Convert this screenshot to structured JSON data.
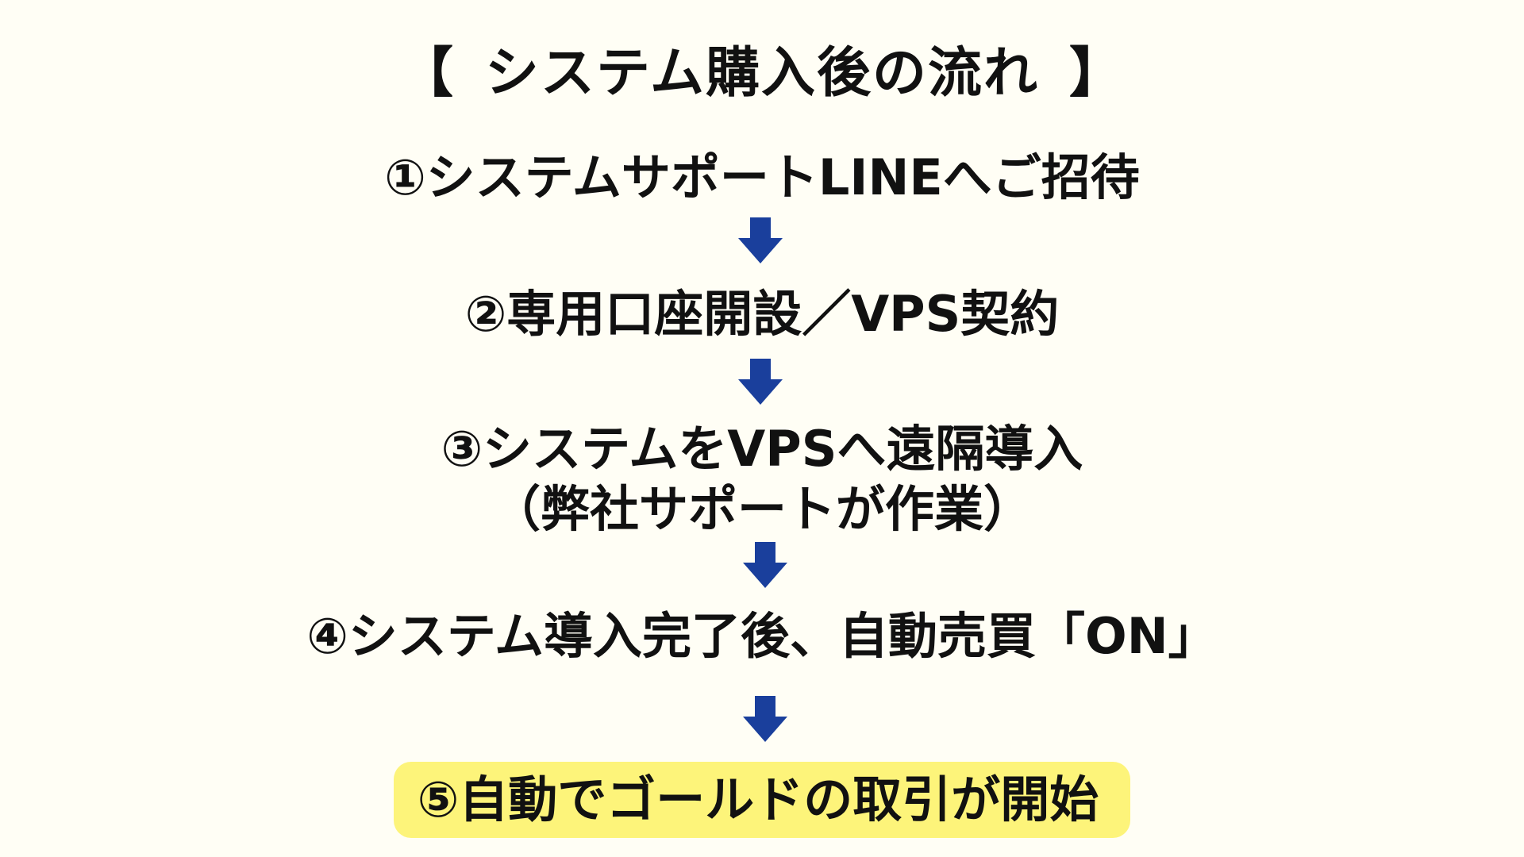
{
  "title": {
    "open_bracket": "【",
    "text": "システム購入後の流れ",
    "close_bracket": "】"
  },
  "steps": [
    {
      "lines": [
        "①システムサポートLINEへご招待"
      ]
    },
    {
      "lines": [
        "②専用口座開設／VPS契約"
      ]
    },
    {
      "lines": [
        "③システムをVPSへ遠隔導入",
        "（弊社サポートが作業）"
      ]
    },
    {
      "lines": [
        "④システム導入完了後、自動売買「ON」"
      ]
    },
    {
      "lines": [
        "⑤自動でゴールドの取引が開始"
      ]
    }
  ],
  "arrow_icon": "arrow-down-icon",
  "colors": {
    "background": "#fffef5",
    "text": "#111111",
    "arrow": "#1a3f9c",
    "highlight": "#fdf47a"
  }
}
